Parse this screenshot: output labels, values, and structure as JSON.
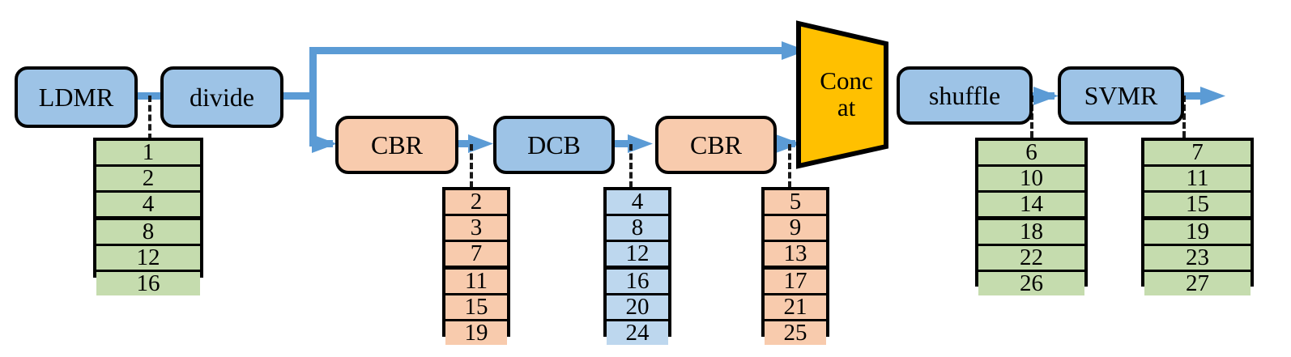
{
  "diagram": {
    "title": "Network pipeline with feature channel tables",
    "colors": {
      "blue_fill": "#9dc3e6",
      "orange_fill": "#f8cbad",
      "green_fill": "#c5dcae",
      "blue_table_fill": "#bdd7ee",
      "concat_fill": "#ffc000",
      "arrow": "#5b9bd5",
      "stroke": "#000000"
    },
    "blocks": [
      {
        "id": "ldmr",
        "label": "LDMR"
      },
      {
        "id": "divide",
        "label": "divide"
      },
      {
        "id": "cbr1",
        "label": "CBR"
      },
      {
        "id": "dcb",
        "label": "DCB"
      },
      {
        "id": "cbr2",
        "label": "CBR"
      },
      {
        "id": "concat",
        "label_line1": "Conc",
        "label_line2": "at"
      },
      {
        "id": "shuffle",
        "label": "shuffle"
      },
      {
        "id": "svmr",
        "label": "SVMR"
      }
    ],
    "tables": [
      {
        "id": "table-ldmr",
        "source": "LDMR",
        "values": [
          "1",
          "2",
          "4",
          "8",
          "12",
          "16"
        ]
      },
      {
        "id": "table-cbr1",
        "source": "CBR",
        "values": [
          "2",
          "3",
          "7",
          "11",
          "15",
          "19"
        ]
      },
      {
        "id": "table-dcb",
        "source": "DCB",
        "values": [
          "4",
          "8",
          "12",
          "16",
          "20",
          "24"
        ]
      },
      {
        "id": "table-cbr2",
        "source": "CBR",
        "values": [
          "5",
          "9",
          "13",
          "17",
          "21",
          "25"
        ]
      },
      {
        "id": "table-shuffle",
        "source": "shuffle",
        "values": [
          "6",
          "10",
          "14",
          "18",
          "22",
          "26"
        ]
      },
      {
        "id": "table-svmr",
        "source": "SVMR",
        "values": [
          "7",
          "11",
          "15",
          "19",
          "23",
          "27"
        ]
      }
    ]
  }
}
